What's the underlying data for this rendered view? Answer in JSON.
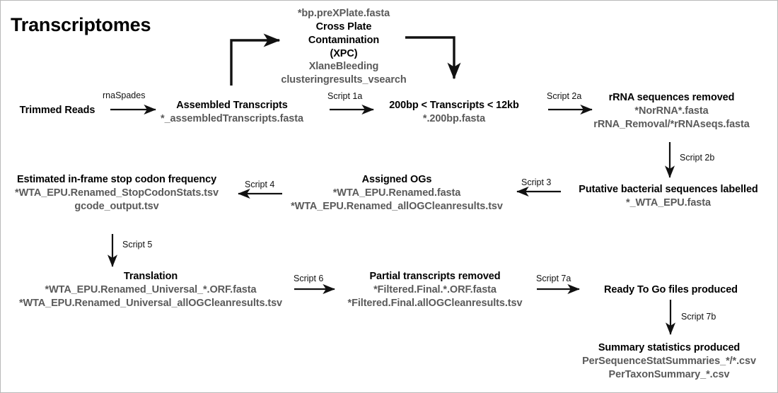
{
  "diagram": {
    "title": "Transcriptomes",
    "accent_color": "#000000",
    "file_text_color": "#5a5a5a",
    "nodes": {
      "trimmed_reads": {
        "header": "Trimmed Reads"
      },
      "xpc": {
        "file_top": "*bp.preXPlate.fasta",
        "header_line1": "Cross Plate",
        "header_line2": "Contamination",
        "header_line3": "(XPC)",
        "file1": "XlaneBleeding",
        "file2": "clusteringresults_vsearch"
      },
      "assembled": {
        "header": "Assembled Transcripts",
        "file1": "*_assembledTranscripts.fasta"
      },
      "length_filter": {
        "header": "200bp < Transcripts < 12kb",
        "file1": "*.200bp.fasta"
      },
      "rrna_removed": {
        "header": "rRNA sequences removed",
        "file1": "*NorRNA*.fasta",
        "file2": "rRNA_Removal/*rRNAseqs.fasta"
      },
      "bacterial_labelled": {
        "header": "Putative bacterial sequences labelled",
        "file1": "*_WTA_EPU.fasta"
      },
      "assigned_ogs": {
        "header": "Assigned OGs",
        "file1": "*WTA_EPU.Renamed.fasta",
        "file2": "*WTA_EPU.Renamed_allOGCleanresults.tsv"
      },
      "stop_codon": {
        "header": "Estimated in-frame stop codon frequency",
        "file1": "*WTA_EPU.Renamed_StopCodonStats.tsv",
        "file2": "gcode_output.tsv"
      },
      "translation": {
        "header": "Translation",
        "file1": "*WTA_EPU.Renamed_Universal_*.ORF.fasta",
        "file2": "*WTA_EPU.Renamed_Universal_allOGCleanresults.tsv"
      },
      "partial_removed": {
        "header": "Partial transcripts removed",
        "file1": "*Filtered.Final.*.ORF.fasta",
        "file2": "*Filtered.Final.allOGCleanresults.tsv"
      },
      "ready_to_go": {
        "header": "Ready To Go files produced"
      },
      "summary_stats": {
        "header": "Summary statistics produced",
        "file1": "PerSequenceStatSummaries_*/*.csv",
        "file2": "PerTaxonSummary_*.csv"
      }
    },
    "edge_labels": {
      "rnaspades": "rnaSpades",
      "script_1a": "Script 1a",
      "script_2a": "Script 2a",
      "script_2b": "Script 2b",
      "script_3": "Script 3",
      "script_4": "Script 4",
      "script_5": "Script 5",
      "script_6": "Script 6",
      "script_7a": "Script 7a",
      "script_7b": "Script 7b"
    }
  }
}
